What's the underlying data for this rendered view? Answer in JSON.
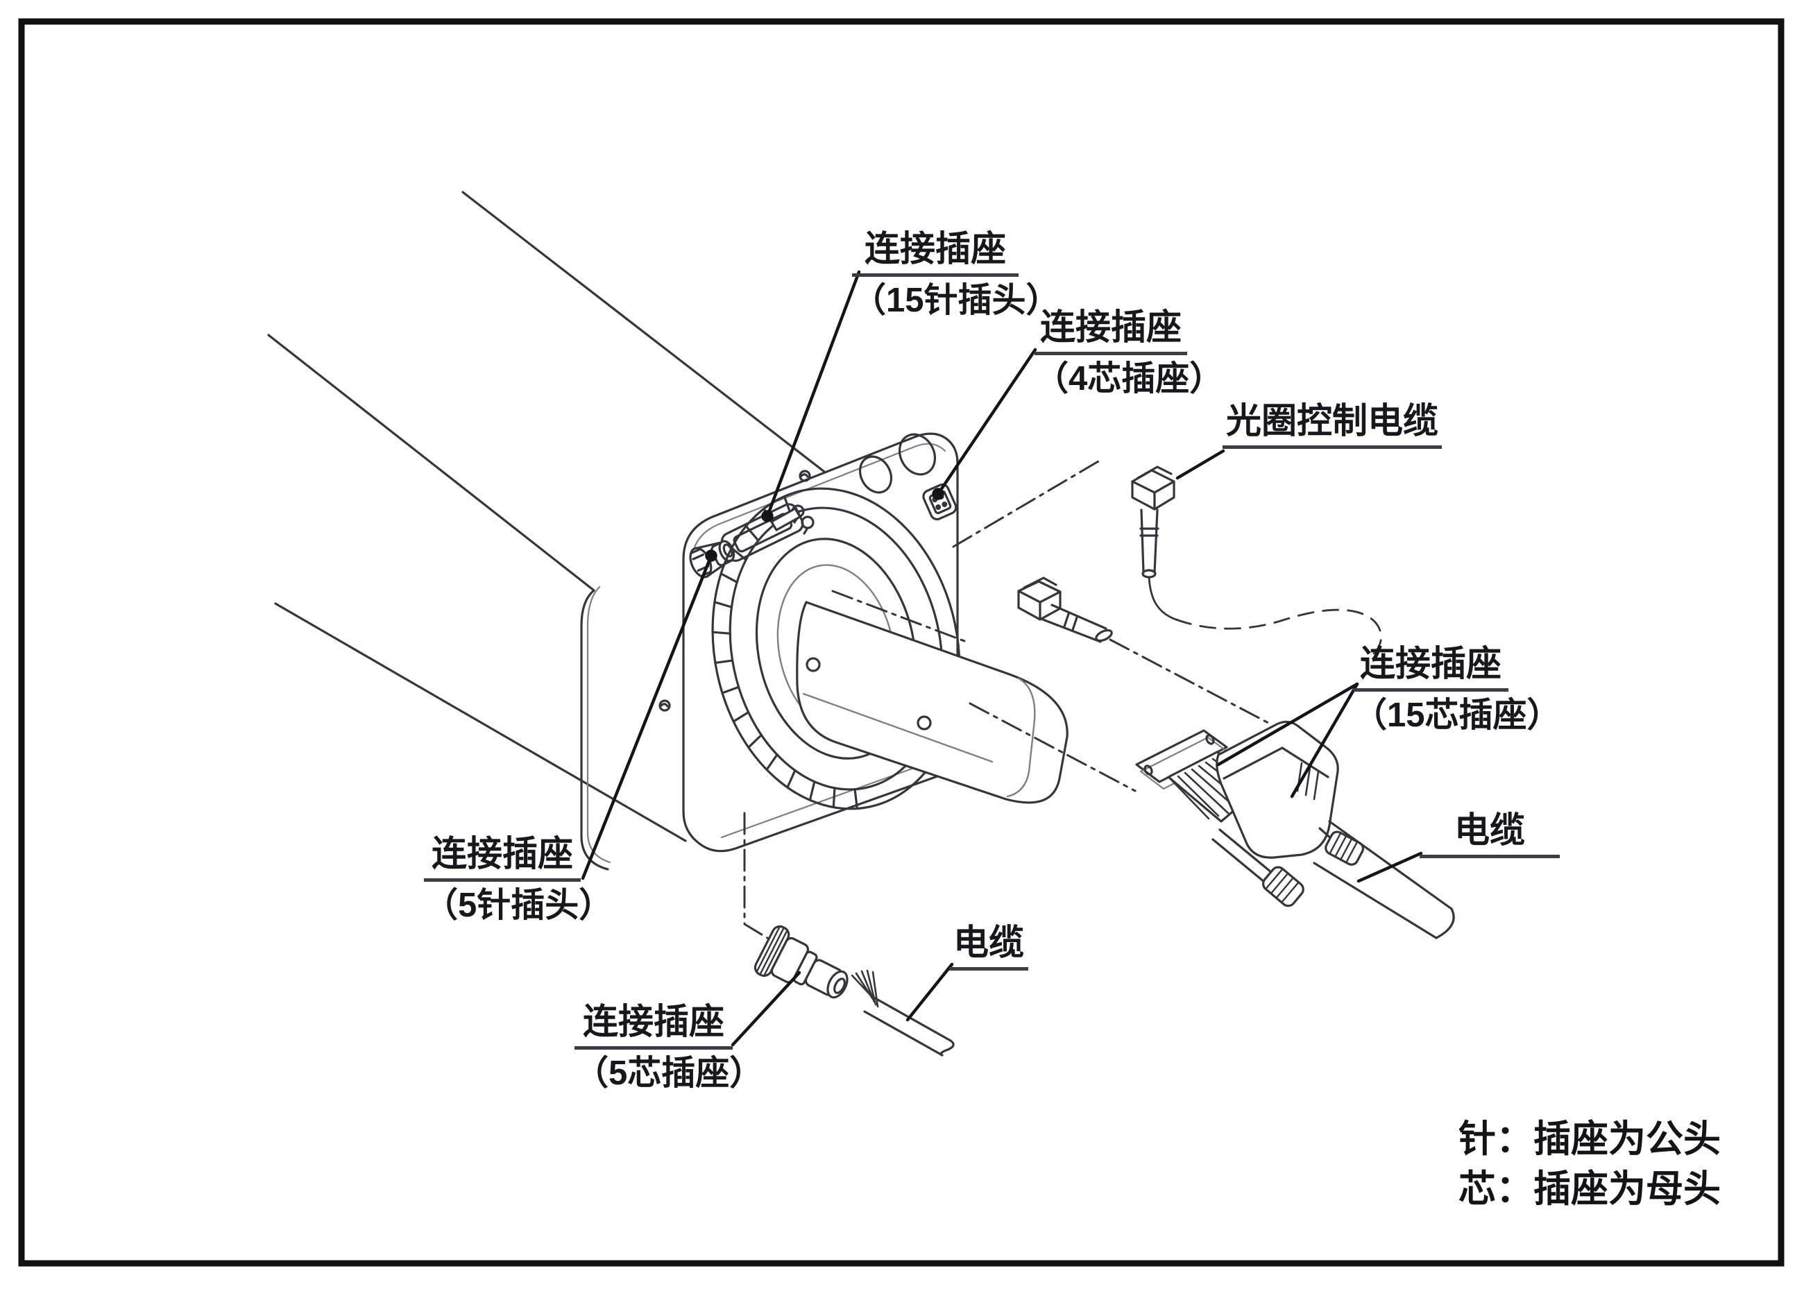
{
  "figure": {
    "type": "technical-line-diagram",
    "subject": "camera/lens unit connector and cable hookup diagram",
    "labels": {
      "socket_15pin": {
        "line1": "连接插座",
        "line2": "（15针插头）"
      },
      "socket_4core": {
        "line1": "连接插座",
        "line2": "（4芯插座）"
      },
      "aperture_cable": {
        "text": "光圈控制电缆"
      },
      "socket_15core": {
        "line1": "连接插座",
        "line2": "（15芯插座）"
      },
      "cable_right": {
        "text": "电缆"
      },
      "socket_5pin": {
        "line1": "连接插座",
        "line2": "（5针插头）"
      },
      "cable_bottom": {
        "text": "电缆"
      },
      "socket_5core": {
        "line1": "连接插座",
        "line2": "（5芯插座）"
      }
    },
    "legend": {
      "line1": "针：插座为公头",
      "line2": "芯：插座为母头"
    },
    "colors": {
      "line": "#34353d",
      "thin_line": "#7d7e86",
      "leader": "#141419",
      "border": "#111111",
      "background": "#ffffff"
    }
  }
}
